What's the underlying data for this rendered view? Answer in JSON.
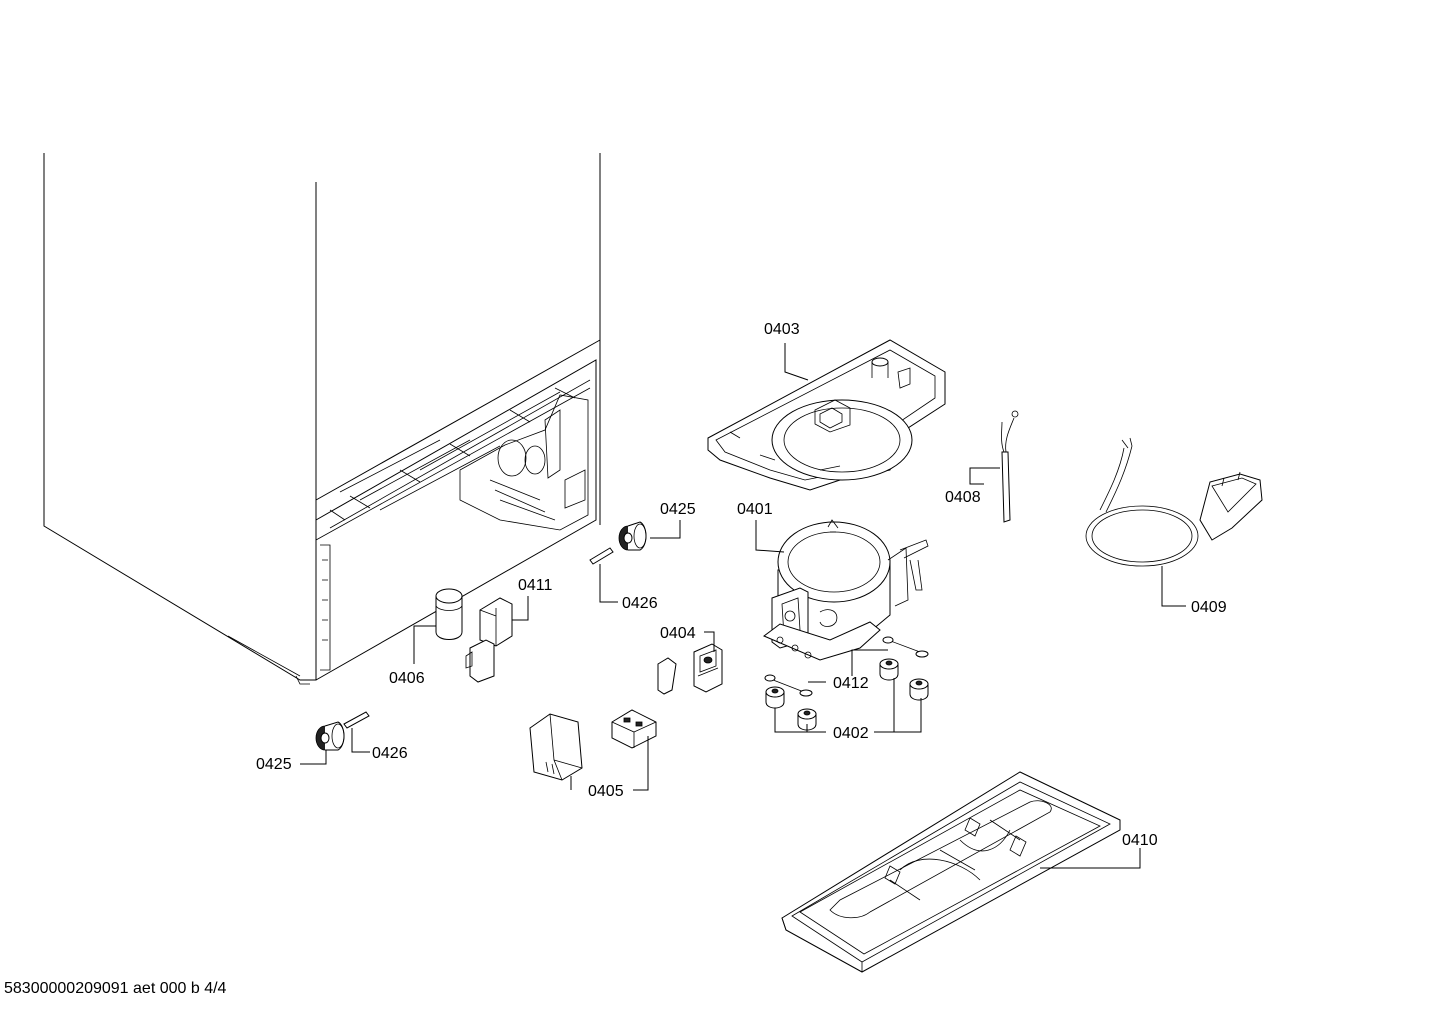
{
  "labels": {
    "l0401": "0401",
    "l0402": "0402",
    "l0403": "0403",
    "l0404": "0404",
    "l0405": "0405",
    "l0406": "0406",
    "l0408": "0408",
    "l0409": "0409",
    "l0410": "0410",
    "l0411": "0411",
    "l0412": "0412",
    "l0425a": "0425",
    "l0425b": "0425",
    "l0426a": "0426",
    "l0426b": "0426"
  },
  "footer": {
    "code": "58300000209091 aet 000 b 4/4"
  }
}
